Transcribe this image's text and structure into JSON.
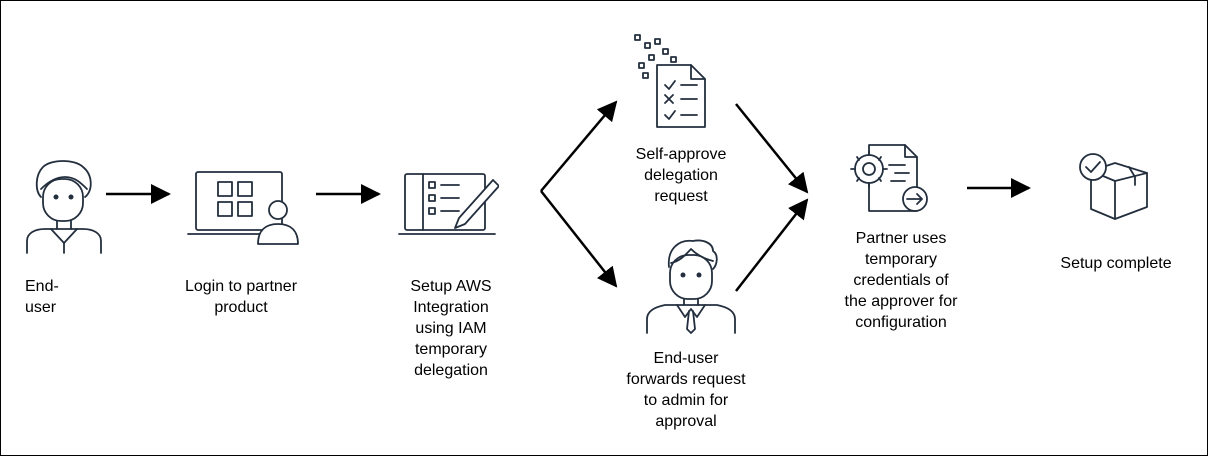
{
  "steps": {
    "end_user": {
      "lines": [
        "End-",
        "user"
      ]
    },
    "login": {
      "lines": [
        "Login to partner",
        "product"
      ]
    },
    "setup_integration": {
      "lines": [
        "Setup AWS",
        "Integration",
        "using IAM",
        "temporary",
        "delegation"
      ]
    },
    "self_approve": {
      "lines": [
        "Self-approve",
        "delegation",
        "request"
      ]
    },
    "forward_admin": {
      "lines": [
        "End-user",
        "forwards request",
        "to admin for",
        "approval"
      ]
    },
    "partner_uses": {
      "lines": [
        "Partner uses",
        "temporary",
        "credentials of",
        "the approver for",
        "configuration"
      ]
    },
    "setup_complete": {
      "lines": [
        "Setup complete"
      ]
    }
  },
  "icons": {
    "end_user": "person-icon",
    "login": "laptop-user-icon",
    "setup_integration": "laptop-form-icon",
    "self_approve": "checklist-document-icon",
    "forward_admin": "admin-person-icon",
    "partner_uses": "gear-document-icon",
    "setup_complete": "package-check-icon"
  },
  "colors": {
    "icon": "#232f3e",
    "arrow": "#000000",
    "text": "#000000",
    "border": "#000000"
  }
}
